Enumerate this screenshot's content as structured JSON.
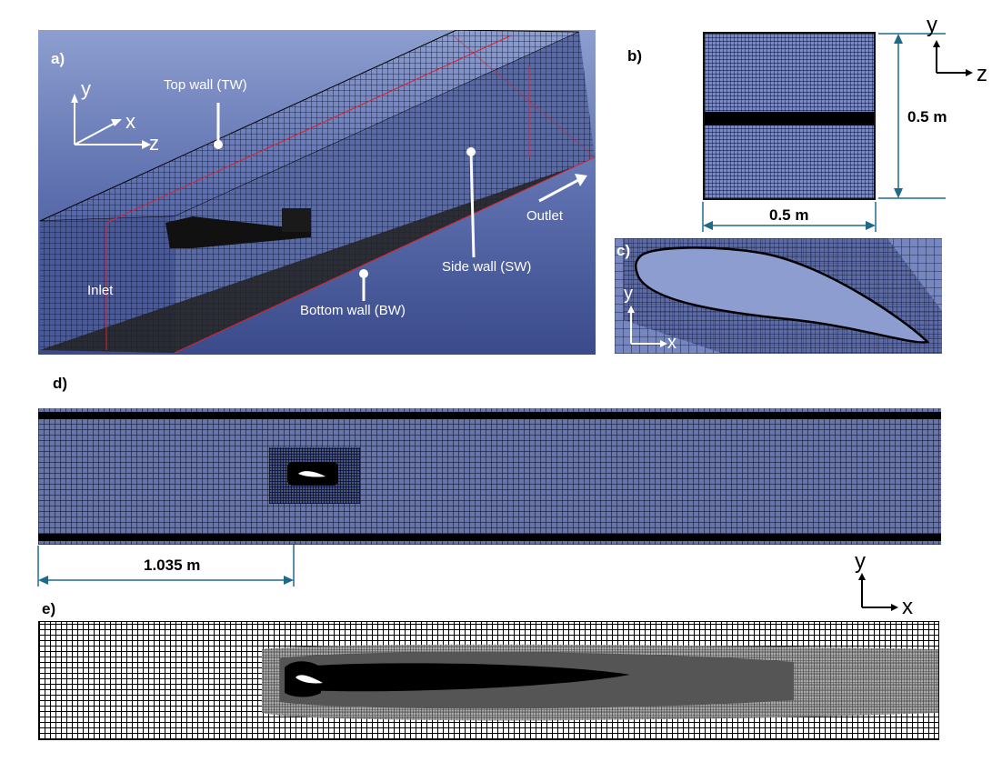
{
  "panels": {
    "a": {
      "label": "a)",
      "annotations": {
        "top_wall": "Top wall (TW)",
        "side_wall": "Side wall (SW)",
        "bottom_wall": "Bottom wall (BW)",
        "inlet": "Inlet",
        "outlet": "Outlet"
      },
      "axes": {
        "y": "y",
        "x": "x",
        "z": "z"
      }
    },
    "b": {
      "label": "b)",
      "height_dim": "0.5 m",
      "width_dim": "0.5 m",
      "axes": {
        "y": "y",
        "z": "z"
      }
    },
    "c": {
      "label": "c)",
      "axes": {
        "y": "y",
        "x": "x"
      }
    },
    "d": {
      "label": "d)",
      "length_dim": "1.035 m"
    },
    "e": {
      "label": "e)",
      "axes": {
        "y": "y",
        "x": "x"
      }
    }
  },
  "colors": {
    "mesh_background": "#5f6fa6",
    "mesh_lines": "#0a0e28",
    "dimension_line": "#1f6a8a",
    "edge_red": "#e0202a"
  }
}
